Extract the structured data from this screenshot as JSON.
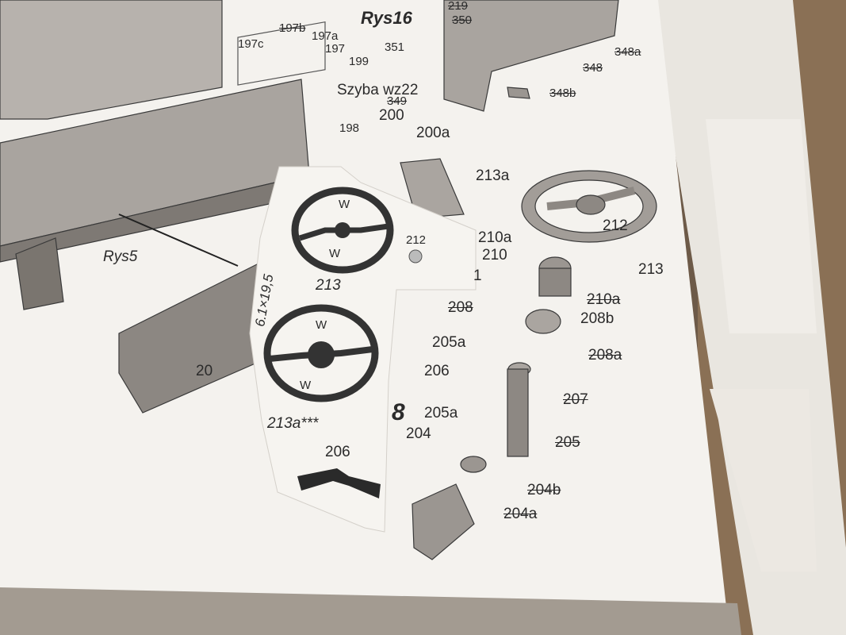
{
  "sheet": {
    "title": "Rys16",
    "note_glass": "Szyba wz22",
    "ref_rys5": "Rys5",
    "hand_note": "6.1×19,5"
  },
  "labels": {
    "l197c": "197c",
    "l197b": "197b",
    "l197a": "197a",
    "l197": "197",
    "l199": "199",
    "l198": "198",
    "l200": "200",
    "l200a": "200a",
    "l219": "219",
    "l350": "350",
    "l351": "351",
    "l348a": "348a",
    "l348": "348",
    "l348b": "348b",
    "l349": "349",
    "l213a": "213a",
    "l212": "212",
    "l213": "213",
    "l210a_top": "210a",
    "l210": "210",
    "l1": "1",
    "l210a_bot": "210a",
    "l208": "208",
    "l208b": "208b",
    "l208a": "208a",
    "l205a_top": "205a",
    "l206": "206",
    "l207": "207",
    "l205a_bot": "205a",
    "l204": "204",
    "l205": "205",
    "l204b": "204b",
    "l204a": "204a",
    "l20": "20",
    "l8": "8"
  },
  "cutout": {
    "wheel_letter": "W",
    "label_212": "212",
    "label_213": "213",
    "label_213a": "213a***",
    "label_206": "206"
  },
  "colors": {
    "paper": "#f4f2ee",
    "paper_shadow": "#d9d5cf",
    "ink": "#2b2b2b",
    "part_gray": "#8f8a85",
    "table_wood": "#6d5a48"
  }
}
